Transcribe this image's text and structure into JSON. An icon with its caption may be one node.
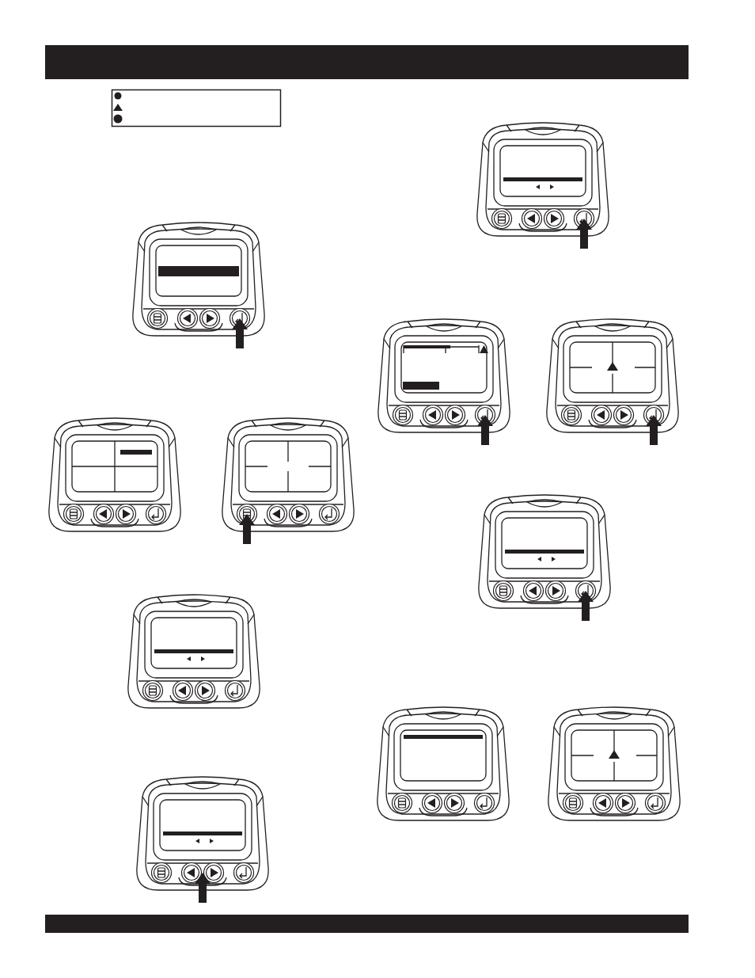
{
  "diagram": {
    "nodes": [
      {
        "text": [],
        "shape": "picture"
      },
      {
        "text": [],
        "shape": "picture"
      },
      {
        "text": [],
        "shape": "picture"
      },
      {
        "text": [],
        "shape": "picture"
      },
      {
        "text": [],
        "shape": "picture"
      },
      {
        "text": [],
        "shape": "picture"
      },
      {
        "text": [],
        "shape": "picture"
      },
      {
        "text": [],
        "shape": "picture"
      },
      {
        "text": [],
        "shape": "picture"
      },
      {
        "text": [],
        "shape": "picture"
      },
      {
        "text": [],
        "shape": "picture"
      }
    ]
  }
}
